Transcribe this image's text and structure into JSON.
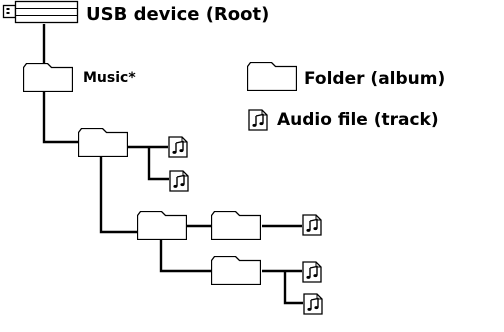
{
  "diagram": {
    "root_label": "USB device (Root)",
    "music_folder_label": "Music*",
    "legend": {
      "folder_label": "Folder (album)",
      "audio_label": "Audio file (track)"
    }
  }
}
